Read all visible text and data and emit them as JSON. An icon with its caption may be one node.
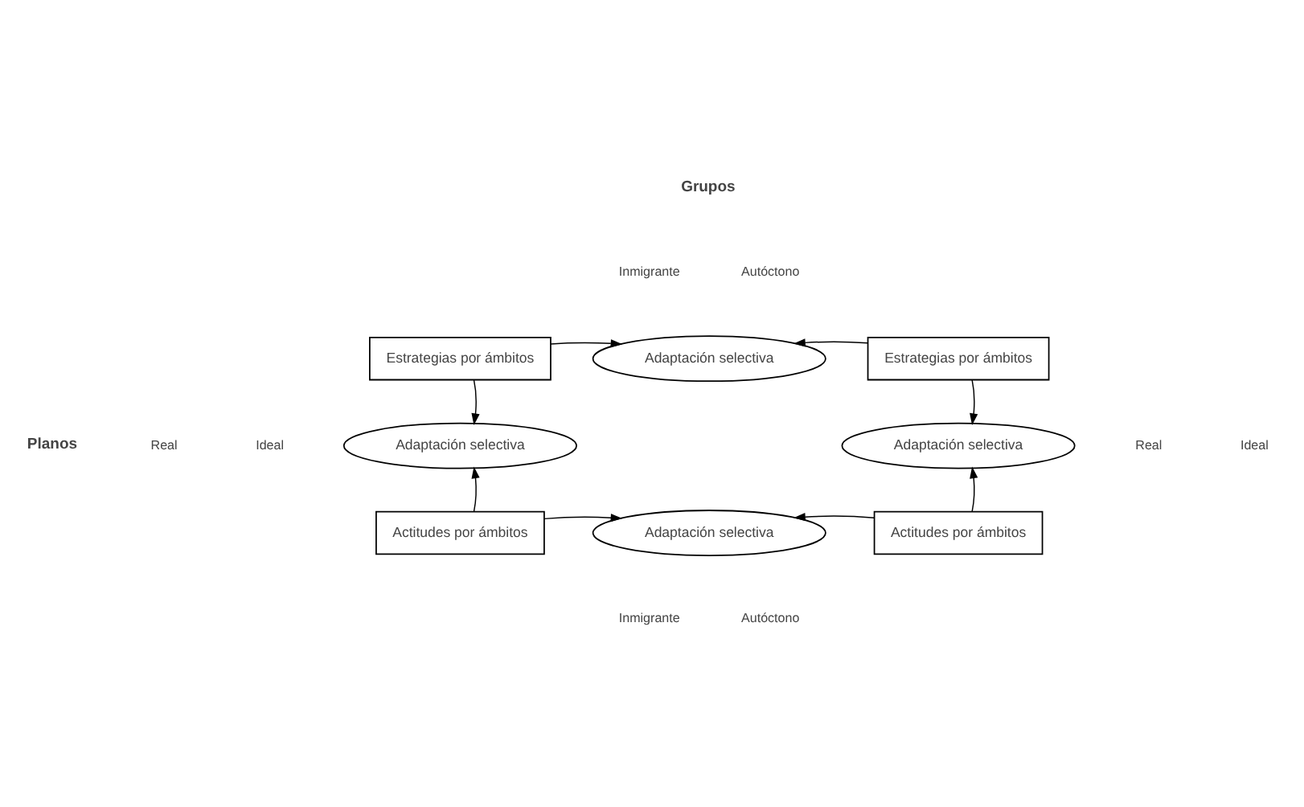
{
  "diagram": {
    "nodes": [
      {
        "text": [
          "Estrategias por ámbitos"
        ]
      },
      {
        "text": [
          "Adaptación selectiva"
        ]
      },
      {
        "text": [
          "Estrategias por ámbitos"
        ]
      },
      {
        "text": [
          "Adaptación selectiva"
        ]
      },
      {
        "text": [
          "Adaptación selectiva"
        ]
      },
      {
        "text": [
          "Actitudes por ámbitos"
        ]
      },
      {
        "text": [
          "Adaptación selectiva"
        ]
      },
      {
        "text": [
          "Actitudes por ámbitos"
        ]
      }
    ],
    "edges": [
      {
        "from": 0,
        "to": 1,
        "arrow": "to"
      },
      {
        "from": 2,
        "to": 1,
        "arrow": "to"
      },
      {
        "from": 0,
        "to": 3,
        "arrow": "to"
      },
      {
        "from": 2,
        "to": 4,
        "arrow": "to"
      },
      {
        "from": 5,
        "to": 3,
        "arrow": "to"
      },
      {
        "from": 7,
        "to": 4,
        "arrow": "to"
      },
      {
        "from": 5,
        "to": 6,
        "arrow": "to"
      },
      {
        "from": 7,
        "to": 6,
        "arrow": "to"
      }
    ],
    "labels": [
      "Grupos",
      "Inmigrante",
      "Autóctono",
      "Planos",
      "Real",
      "Ideal",
      "Real",
      "Ideal",
      "Inmigrante",
      "Autóctono"
    ]
  }
}
